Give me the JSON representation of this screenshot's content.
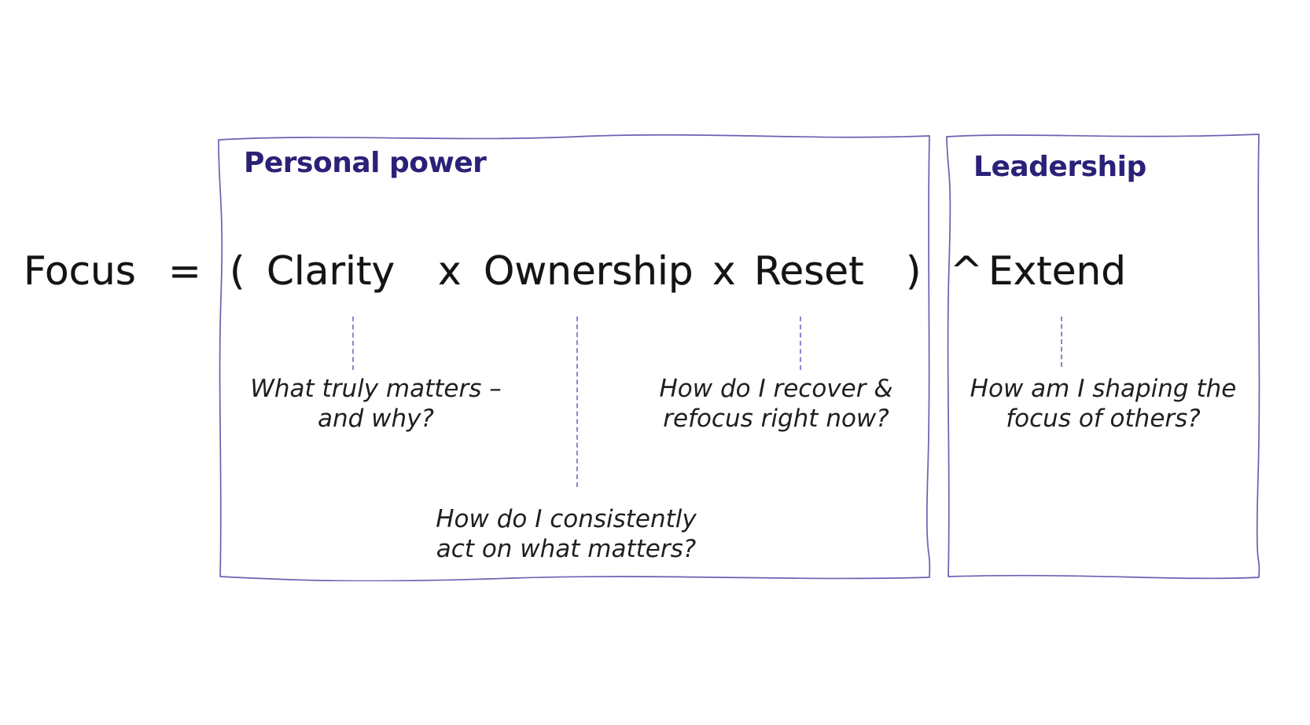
{
  "boxes": {
    "personal_power": {
      "label": "Personal power"
    },
    "leadership": {
      "label": "Leadership"
    }
  },
  "formula": {
    "full": "Focus = ( Clarity x Ownership x Reset ) ^ Extend",
    "tokens": [
      "Focus",
      "=",
      "(",
      "Clarity",
      "x",
      "Ownership",
      "x",
      "Reset",
      ")",
      "^",
      "Extend"
    ]
  },
  "annotations": {
    "clarity": {
      "term": "Clarity",
      "lines": [
        "What truly matters –",
        "and why?"
      ]
    },
    "ownership": {
      "term": "Ownership",
      "lines": [
        "How do I consistently",
        "act on what matters?"
      ]
    },
    "reset": {
      "term": "Reset",
      "lines": [
        "How do I recover &",
        "refocus right now?"
      ]
    },
    "extend": {
      "term": "Extend",
      "lines": [
        "How am I shaping the",
        "focus of others?"
      ]
    }
  },
  "colors": {
    "heading": "#2b2178",
    "box_border": "#6862b3",
    "connector": "#8a85cd",
    "formula_text": "#141414",
    "annotation_text": "#1f1f1f",
    "background": "#ffffff"
  }
}
